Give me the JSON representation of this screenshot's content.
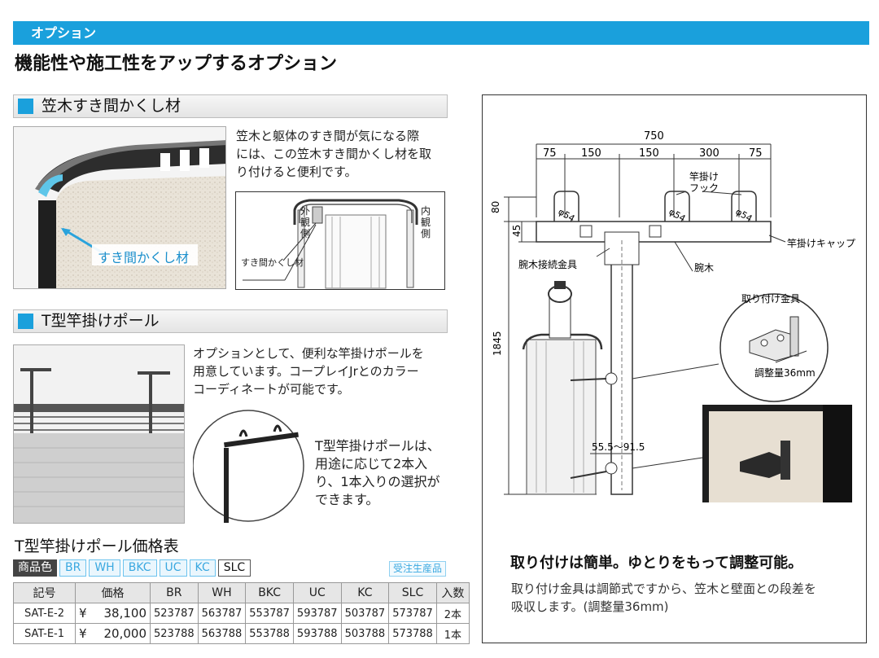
{
  "header": {
    "label": "オプション"
  },
  "page_title": "機能性や施工性をアップするオプション",
  "sections": {
    "gap_cover": {
      "title": "笠木すき間かくし材",
      "photo_label": "すき間かくし材",
      "description": [
        "笠木と躯体のすき間が気になる際",
        "には、この笠木すき間かくし材を取",
        "り付けると便利です。"
      ],
      "diagram": {
        "outer_label": [
          "外",
          "観",
          "側"
        ],
        "inner_label": [
          "内",
          "観",
          "側"
        ],
        "pointer_label": "すき間かくし材"
      }
    },
    "t_pole": {
      "title": "T型竿掛けポール",
      "description": [
        "オプションとして、便利な竿掛けポールを",
        "用意しています。コープレイJrとのカラー",
        "コーディネートが可能です。"
      ],
      "note": [
        "T型竿掛けポールは、",
        "用途に応じて2本入",
        "り、1本入りの選択が",
        "できます。"
      ]
    }
  },
  "price_table": {
    "title": "T型竿掛けポール価格表",
    "color_label": "商品色",
    "colors": [
      "BR",
      "WH",
      "BKC",
      "UC",
      "KC",
      "SLC"
    ],
    "made_to_order": "受注生産品",
    "headers": [
      "記号",
      "価格",
      "BR",
      "WH",
      "BKC",
      "UC",
      "KC",
      "SLC",
      "入数"
    ],
    "rows": [
      {
        "code": "SAT-E-2",
        "yen": "¥",
        "price": "38,100",
        "br": "523787",
        "wh": "563787",
        "bkc": "553787",
        "uc": "593787",
        "kc": "503787",
        "slc": "573787",
        "qty": "2本"
      },
      {
        "code": "SAT-E-1",
        "yen": "¥",
        "price": "20,000",
        "br": "523788",
        "wh": "563788",
        "bkc": "553788",
        "uc": "593788",
        "kc": "503788",
        "slc": "573788",
        "qty": "1本"
      }
    ]
  },
  "drawing": {
    "total_width": "750",
    "segments": [
      "75",
      "150",
      "150",
      "300",
      "75"
    ],
    "height_80": "80",
    "height_45": "45",
    "height_1845": "1845",
    "phi": [
      "φ54",
      "φ54",
      "φ54"
    ],
    "range": "55.5～91.5",
    "labels": {
      "hook": [
        "竿掛け",
        "フック"
      ],
      "cap": "竿掛けキャップ",
      "joint": "腕木接続金具",
      "arm": "腕木",
      "bracket": "取り付け金具",
      "adjust": "調整量36mm"
    }
  },
  "install": {
    "lead": "取り付けは簡単。ゆとりをもって調整可能。",
    "text": [
      "取り付け金具は調節式ですから、笠木と壁面との段差を",
      "吸収します。(調整量36mm)"
    ]
  }
}
